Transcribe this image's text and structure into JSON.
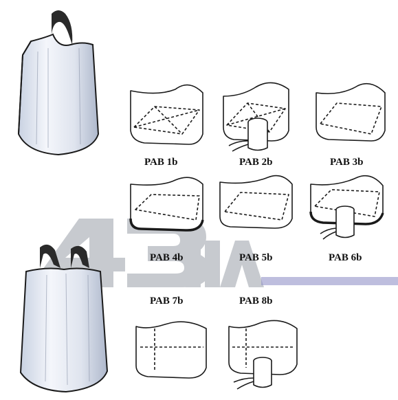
{
  "watermark": {
    "text": "43",
    "suffix": "IIA",
    "color": "#3a3a9a"
  },
  "colors": {
    "line": "#1a1a1a",
    "bag_fill": "#eef1f8",
    "bag_shade": "#b9c2d4",
    "watermark_gray": "#9aa0a8"
  },
  "labels": [
    {
      "id": "pab-1b",
      "text": "PAB 1b"
    },
    {
      "id": "pab-2b",
      "text": "PAB 2b"
    },
    {
      "id": "pab-3b",
      "text": "PAB 3b"
    },
    {
      "id": "pab-4b",
      "text": "PAB 4b"
    },
    {
      "id": "pab-5b",
      "text": "PAB 5b"
    },
    {
      "id": "pab-6b",
      "text": "PAB 6b"
    },
    {
      "id": "pab-7b",
      "text": "PAB 7b"
    },
    {
      "id": "pab-8b",
      "text": "PAB 8b"
    }
  ]
}
